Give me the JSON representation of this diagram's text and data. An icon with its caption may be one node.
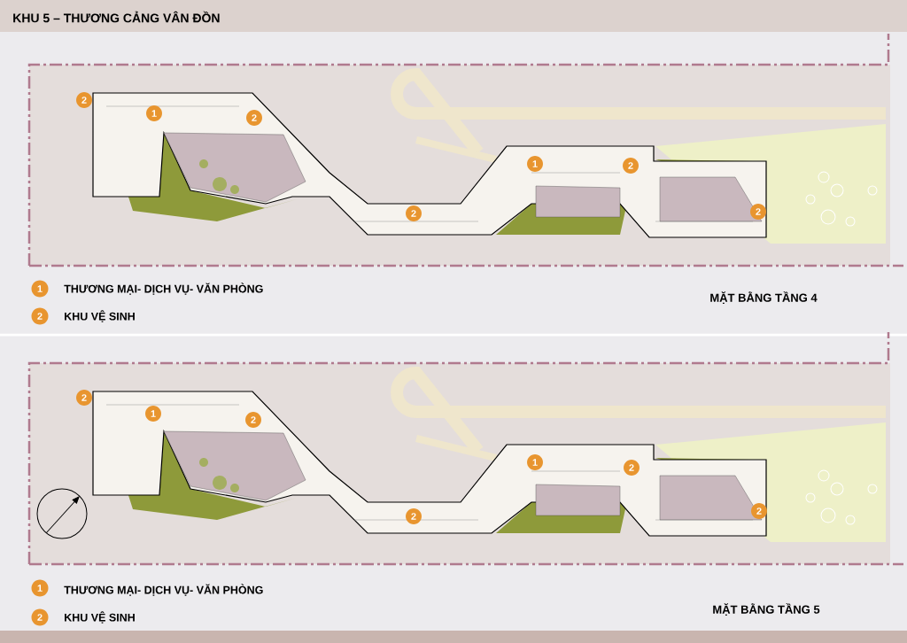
{
  "diagram": {
    "title": "KHU 5 – THƯƠNG CẢNG VÂN ĐỒN",
    "labels": [
      "2",
      "1",
      "2",
      "1",
      "2",
      "2",
      "2",
      "1",
      "2",
      "MẶT BẰNG TẦNG 4",
      "2",
      "1",
      "2",
      "1",
      "2",
      "2",
      "2",
      "1",
      "2",
      "MẶT BẰNG TẦNG 5"
    ],
    "legend": [
      {
        "text": "THƯƠNG MẠI- DỊCH VỤ- VĂN PHÒNG",
        "color": "#e8952f"
      },
      {
        "text": "KHU VỆ SINH",
        "color": "#e8952f"
      },
      {
        "text": "THƯƠNG MẠI- DỊCH VỤ- VĂN PHÒNG",
        "color": "#e8952f"
      },
      {
        "text": "KHU VỆ SINH",
        "color": "#e8952f"
      }
    ]
  }
}
